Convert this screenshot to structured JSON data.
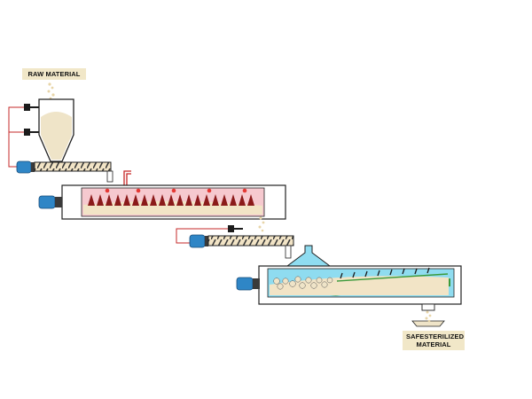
{
  "labels": {
    "raw_material": "RAW MATERIAL",
    "output_line1": "SAFESTERILIZED",
    "output_line2": "MATERIAL"
  },
  "colors": {
    "background": "#ffffff",
    "label_fill": "#f1e7c8",
    "motor": "#2f86c6",
    "steam_red": "#c62828",
    "heat_zone": "#f6c9cf",
    "cool_zone": "#8fdcf0",
    "cool_jacket_green": "#3b9a3b",
    "product": "#f2e4c6",
    "outline": "#222222"
  },
  "icons": [
    "motor-icon",
    "valve-icon",
    "hopper-icon",
    "screw-conveyor-icon"
  ]
}
